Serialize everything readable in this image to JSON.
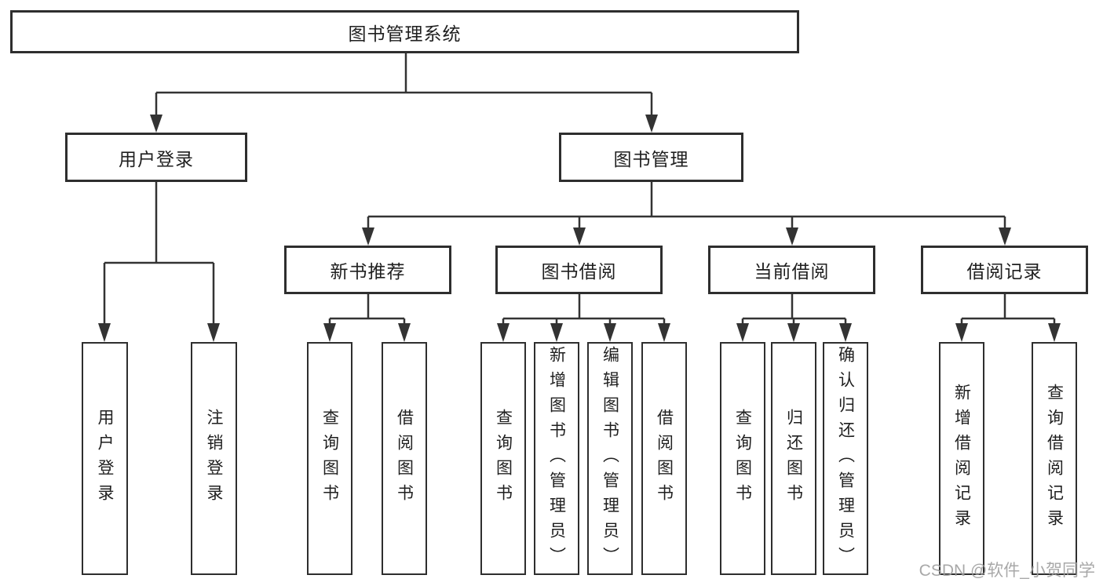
{
  "nodes": {
    "root": "图书管理系统",
    "user_login": "用户登录",
    "book_mgmt": "图书管理",
    "new_book_rec": "新书推荐",
    "book_borrow": "图书借阅",
    "current_borrow": "当前借阅",
    "borrow_records": "借阅记录",
    "leaf_user_login": "用户登录",
    "leaf_logout": "注销登录",
    "leaf_nb_query_books": "查询图书",
    "leaf_nb_borrow_books": "借阅图书",
    "leaf_bb_query_books": "查询图书",
    "leaf_bb_add_books": "新增图书（管理员）",
    "leaf_bb_edit_books": "编辑图书（管理员）",
    "leaf_bb_borrow_books": "借阅图书",
    "leaf_cb_query_books": "查询图书",
    "leaf_cb_return_books": "归还图书",
    "leaf_cb_confirm_return": "确认归还（管理员）",
    "leaf_br_add_record": "新增借阅记录",
    "leaf_br_query_record": "查询借阅记录"
  },
  "hierarchy": {
    "图书管理系统": [
      "用户登录",
      "图书管理"
    ],
    "用户登录": [
      "用户登录",
      "注销登录"
    ],
    "图书管理": [
      "新书推荐",
      "图书借阅",
      "当前借阅",
      "借阅记录"
    ],
    "新书推荐": [
      "查询图书",
      "借阅图书"
    ],
    "图书借阅": [
      "查询图书",
      "新增图书（管理员）",
      "编辑图书（管理员）",
      "借阅图书"
    ],
    "当前借阅": [
      "查询图书",
      "归还图书",
      "确认归还（管理员）"
    ],
    "借阅记录": [
      "新增借阅记录",
      "查询借阅记录"
    ]
  },
  "watermark": "CSDN @软件_小贺同学",
  "colors": {
    "line": "#333333",
    "box_border": "#2e2e2e",
    "text": "#1f1f1f",
    "background": "#ffffff",
    "watermark": "#9e9e9e"
  }
}
